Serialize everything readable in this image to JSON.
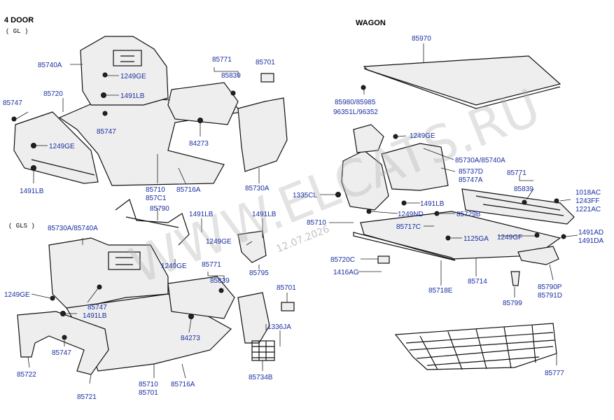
{
  "sections": {
    "four_door": "4 DOOR",
    "gl": "( GL )",
    "gls": "( GLS )",
    "wagon": "WAGON"
  },
  "watermark": "WWW.ELCATS.RU",
  "stamp_date": "12.07.2026",
  "labels": {
    "l85740A": "85740A",
    "l1249GE_a": "1249GE",
    "l1491LB_a": "1491LB",
    "l85747_a": "85747",
    "l85720": "85720",
    "l85747_b": "85747",
    "l1249GE_b": "1249GE",
    "l1491LB_b": "1491LB",
    "l85771_a": "85771",
    "l85839_a": "85839",
    "l85701_a": "85701",
    "l84273_a": "84273",
    "l85710_a": "85710",
    "l85716A_a": "85716A",
    "l857C1": "857C1",
    "l85730A_a": "85730A",
    "l85790": "85790",
    "l1491LB_c": "1491LB",
    "l1491LB_d": "1491LB",
    "l1249GE_c": "1249GE",
    "l85795": "85795",
    "l85730A_85740A_a": "85730A/85740A",
    "l1249GE_d": "1249GE",
    "l85771_b": "85771",
    "l85839_b": "85839",
    "l1249GE_e": "1249GE",
    "l85747_c": "85747",
    "l1491LB_e": "1491LB",
    "l85701_b": "85701",
    "l84273_b": "84273",
    "l1336JA": "1336JA",
    "l85747_d": "85747",
    "l85722": "85722",
    "l85721": "85721",
    "l85710_b": "85710",
    "l85701_c": "85701",
    "l85716A_b": "85716A",
    "l85734B": "85734B",
    "l85970": "85970",
    "l85980": "85980/85985",
    "l96351": "96351L/96352",
    "l1249GE_f": "1249GE",
    "l85730A_85740A_b": "85730A/85740A",
    "l85737D": "85737D",
    "l85747A": "85747A",
    "l85771_c": "85771",
    "l85839_c": "85839",
    "l1018AC": "1018AC",
    "l1243FF": "1243FF",
    "l1221AC": "1221AC",
    "l1335CL": "1335CL",
    "l1491LB_f": "1491LB",
    "l85710_c": "85710",
    "l1249ND": "1249ND",
    "l85729B": "85729B",
    "l85717C": "85717C",
    "l1125GA": "1125GA",
    "l1249GF": "1249GF",
    "l1491AD": "1491AD",
    "l1491DA": "1491DA",
    "l85720C": "85720C",
    "l1416AG": "1416AG",
    "l85718E": "85718E",
    "l85714": "85714",
    "l85790P": "85790P",
    "l85791D": "85791D",
    "l85799": "85799",
    "l85777": "85777"
  }
}
